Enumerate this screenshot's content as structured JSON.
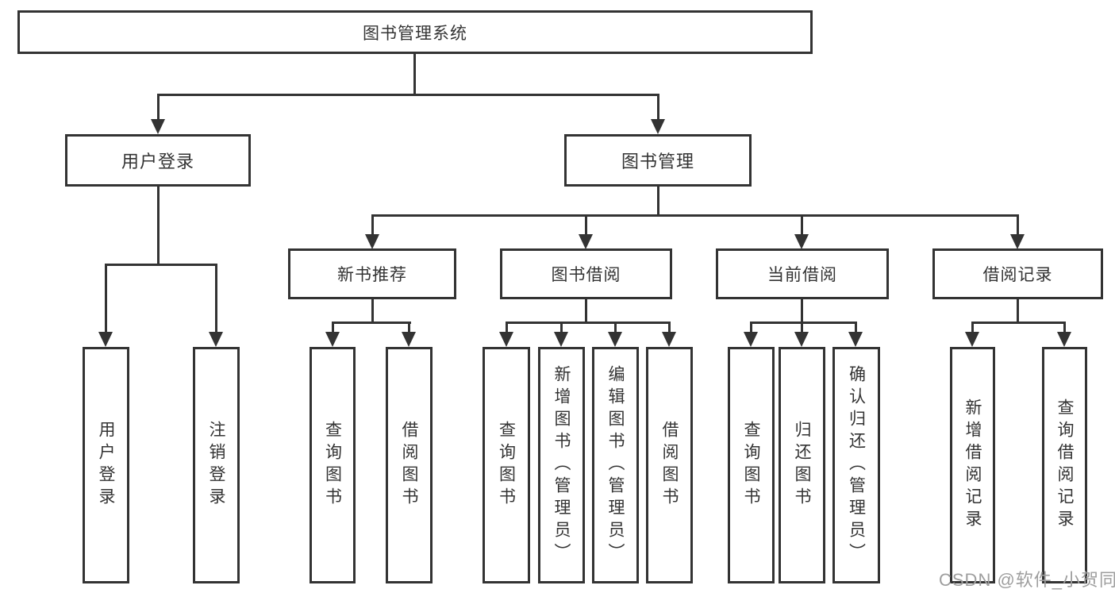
{
  "diagram": {
    "root": {
      "label": "图书管理系统"
    },
    "level2": [
      {
        "label": "用户登录"
      },
      {
        "label": "图书管理"
      }
    ],
    "level3": [
      {
        "label": "新书推荐"
      },
      {
        "label": "图书借阅"
      },
      {
        "label": "当前借阅"
      },
      {
        "label": "借阅记录"
      }
    ],
    "leaves": {
      "user": [
        "用户登录",
        "注销登录"
      ],
      "recommend": [
        "查询图书",
        "借阅图书"
      ],
      "borrow": [
        "查询图书",
        "新增图书（管理员）",
        "编辑图书（管理员）",
        "借阅图书"
      ],
      "current": [
        "查询图书",
        "归还图书",
        "确认归还（管理员）"
      ],
      "records": [
        "新增借阅记录",
        "查询借阅记录"
      ]
    }
  },
  "watermark": {
    "text": "CSDN @软件_小贺同学",
    "color": "#9e9e9e"
  },
  "colors": {
    "line": "#333333",
    "box_fill": "#ffffff",
    "text": "#333333",
    "background": "#ffffff"
  }
}
